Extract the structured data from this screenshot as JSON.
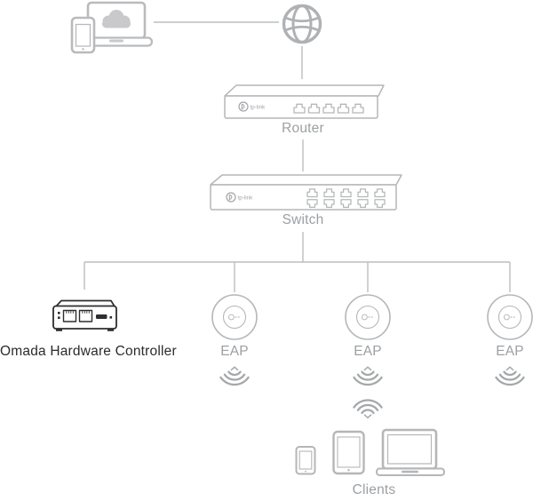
{
  "brand": {
    "logo_text": "tp-link"
  },
  "labels": {
    "router": "Router",
    "switch": "Switch",
    "controller": "Omada Hardware Controller",
    "clients": "Clients"
  },
  "eaps": [
    {
      "label": "EAP"
    },
    {
      "label": "EAP"
    },
    {
      "label": "EAP"
    }
  ],
  "devices": {
    "router_port_count": 5,
    "switch_port_count": 10,
    "eap_count": 3
  },
  "icons": {
    "top_left_group": [
      "laptop-icon",
      "cloud-icon",
      "smartphone-icon"
    ],
    "internet": "globe-icon",
    "router": "router-device-icon",
    "switch": "switch-device-icon",
    "controller": "omada-controller-device-icon",
    "eap": "eap-device-icon",
    "eap_signal": "wifi-signal-down-icon",
    "client_signal": "wifi-signal-up-icon",
    "clients_group": [
      "smartphone-icon",
      "tablet-icon",
      "laptop-icon"
    ]
  },
  "colors": {
    "background": "#ffffff",
    "device_outline": "#b5b6b8",
    "connector_line": "#bcbdbf",
    "label_gray": "#9ca0a3",
    "label_dark": "#2b2b2d",
    "cloud_fill": "#c9c9cc",
    "wifi_gray": "#a5a7a9",
    "controller_outline": "#2e2e30"
  }
}
